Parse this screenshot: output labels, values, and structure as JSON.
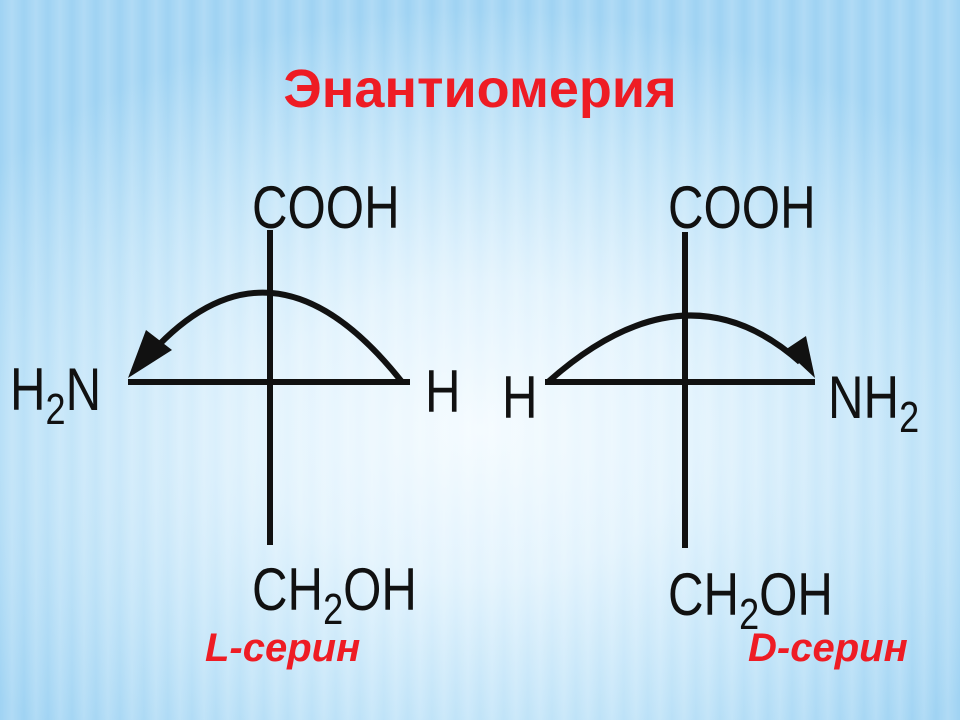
{
  "title": "Энантиомерия",
  "left": {
    "top": "COOH",
    "left_pre": "H",
    "left_sub": "2",
    "left_post": "N",
    "right": "H",
    "bottom_pre": "CH",
    "bottom_sub": "2",
    "bottom_post": "OH",
    "name": "L-серин"
  },
  "right": {
    "top": "COOH",
    "left": "H",
    "right_pre": "NH",
    "right_sub": "2",
    "bottom_pre": "CH",
    "bottom_sub": "2",
    "bottom_post": "OH",
    "name": "D-серин"
  },
  "colors": {
    "title": "#ee1c24",
    "ink": "#111111"
  }
}
